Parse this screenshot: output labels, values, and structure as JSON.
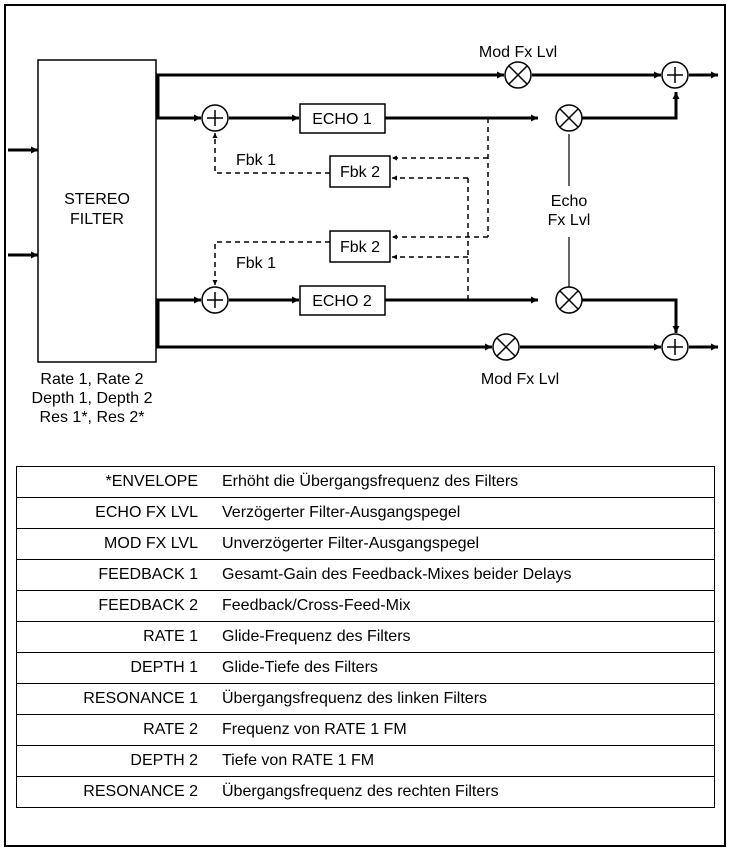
{
  "diagram": {
    "stereo_filter_label_line1": "STEREO",
    "stereo_filter_label_line2": "FILTER",
    "echo1_label": "ECHO 1",
    "echo2_label": "ECHO 2",
    "fbk2_top_label": "Fbk 2",
    "fbk2_bottom_label": "Fbk 2",
    "fbk1_top_label": "Fbk 1",
    "fbk1_bottom_label": "Fbk 1",
    "mod_fx_lvl_top_label": "Mod Fx Lvl",
    "mod_fx_lvl_bottom_label": "Mod Fx Lvl",
    "echo_fx_lvl_line1": "Echo",
    "echo_fx_lvl_line2": "Fx Lvl",
    "filter_params_line1": "Rate 1, Rate 2",
    "filter_params_line2": "Depth 1, Depth 2",
    "filter_params_line3": "Res 1*, Res 2*"
  },
  "parameters": [
    {
      "name": "*ENVELOPE",
      "desc": "Erhöht die Übergangsfrequenz des Filters"
    },
    {
      "name": "ECHO FX LVL",
      "desc": "Verzögerter Filter-Ausgangspegel"
    },
    {
      "name": "MOD FX LVL",
      "desc": "Unverzögerter Filter-Ausgangspegel"
    },
    {
      "name": "FEEDBACK 1",
      "desc": "Gesamt-Gain des Feedback-Mixes beider Delays"
    },
    {
      "name": "FEEDBACK 2",
      "desc": "Feedback/Cross-Feed-Mix"
    },
    {
      "name": "RATE 1",
      "desc": "Glide-Frequenz des Filters"
    },
    {
      "name": "DEPTH 1",
      "desc": "Glide-Tiefe des Filters"
    },
    {
      "name": "RESONANCE 1",
      "desc": "Übergangsfrequenz des linken Filters"
    },
    {
      "name": "RATE 2",
      "desc": "Frequenz von RATE 1 FM"
    },
    {
      "name": "DEPTH 2",
      "desc": "Tiefe von RATE 1 FM"
    },
    {
      "name": "RESONANCE 2",
      "desc": "Übergangsfrequenz des rechten Filters"
    }
  ]
}
